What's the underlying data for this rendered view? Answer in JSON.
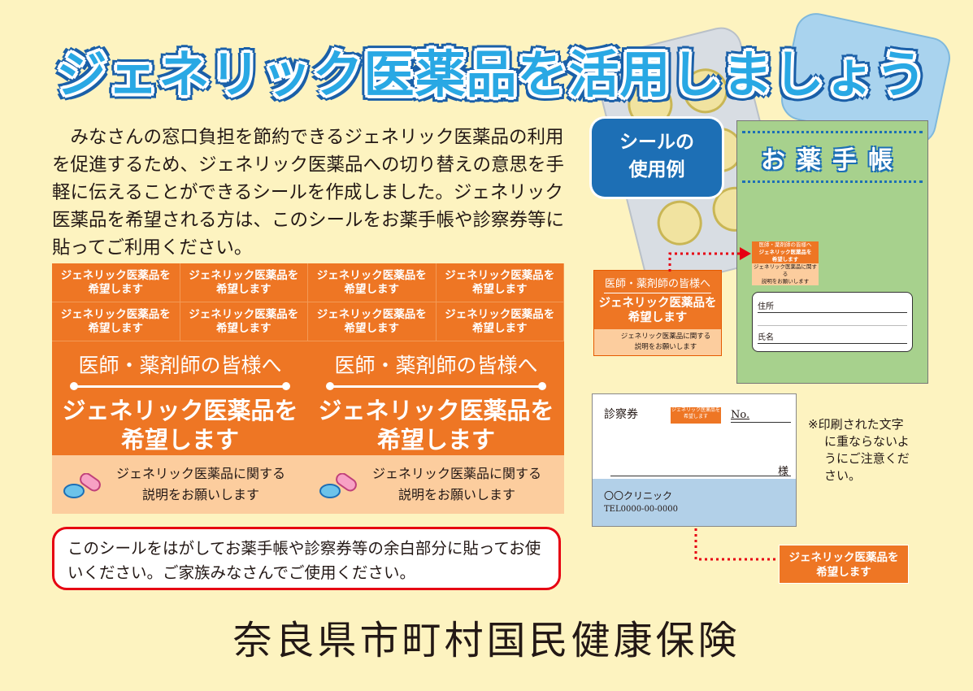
{
  "title": "ジェネリック医薬品を活用しましょう",
  "intro": "みなさんの窓口負担を節約できるジェネリック医薬品の利用を促進するため、ジェネリック医薬品への切り替えの意思を手軽に伝えることができるシールを作成しました。ジェネリック医薬品を希望される方は、このシールをお薬手帳や診察券等に貼ってご利用ください。",
  "sheet": {
    "small_label_line1": "ジェネリック医薬品を",
    "small_label_line2": "希望します",
    "big_line1": "医師・薬剤師の皆様へ",
    "big_line2": "ジェネリック医薬品を",
    "big_line3": "希望します",
    "strip_line1": "ジェネリック医薬品に関する",
    "strip_line2": "説明をお願いします"
  },
  "notice": "このシールをはがしてお薬手帳や診察券等の余白部分に貼ってお使いください。ご家族みなさんでご使用ください。",
  "footer": "奈良県市町村国民健康保険",
  "usage_badge": {
    "line1": "シールの",
    "line2": "使用例"
  },
  "notebook": {
    "title": "お薬手帳",
    "field_address": "住所",
    "field_name": "氏名",
    "mini_line1": "医師・薬剤師の皆様へ",
    "mini_line2": "ジェネリック医薬品を",
    "mini_line3": "希望します",
    "mini_line4": "ジェネリック医薬品に関する",
    "mini_line5": "説明をお願いします"
  },
  "demo_sticker": {
    "line1": "医師・薬剤師の皆様へ",
    "line2": "ジェネリック医薬品を",
    "line3": "希望します",
    "line4": "ジェネリック医薬品に関する",
    "line5": "説明をお願いします"
  },
  "card": {
    "title": "診察券",
    "no": "No.",
    "sama": "様",
    "clinic": "〇〇クリニック",
    "tel": "TEL0000-00-0000",
    "mini_line1": "ジェネリック医薬品を",
    "mini_line2": "希望します"
  },
  "note": {
    "line1": "※印刷された文字",
    "line2": "に重ならないよ",
    "line3": "うにご注意くだ",
    "line4": "さい。"
  },
  "bottom_sticker": {
    "line1": "ジェネリック医薬品を",
    "line2": "希望します"
  },
  "colors": {
    "orange": "#ee7624",
    "peach": "#fccd9e",
    "blue": "#1d6fb5",
    "red": "#e60012",
    "background": "#fdf3c0"
  }
}
